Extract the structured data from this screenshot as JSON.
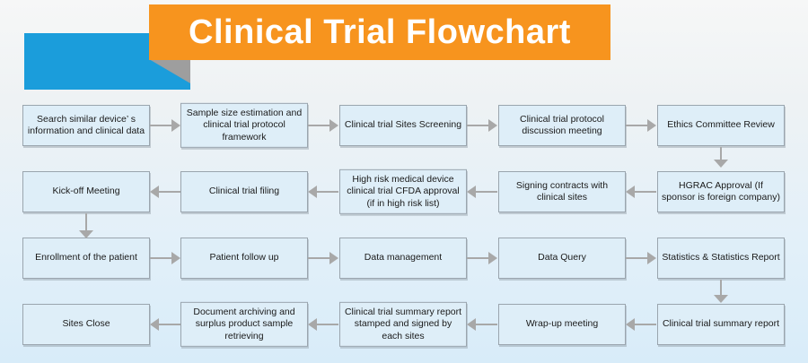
{
  "page": {
    "title": "Clinical Trial Flowchart"
  },
  "colors": {
    "banner_orange": "#F7941E",
    "ribbon_blue": "#1B9DDB",
    "fold_gray": "#9E9E9E",
    "box_fill": "#DEEEF8",
    "box_border": "#9AA5AE",
    "arrow_gray": "#A8A8A8",
    "text": "#1A1A1A"
  },
  "flow": {
    "rows": [
      {
        "direction": "left-to-right",
        "boxes": [
          {
            "label": "Search similar device’ s information and clinical data"
          },
          {
            "label": "Sample size estimation and clinical trial protocol framework"
          },
          {
            "label": "Clinical trial Sites Screening"
          },
          {
            "label": "Clinical trial protocol discussion meeting"
          },
          {
            "label": "Ethics Committee Review"
          }
        ]
      },
      {
        "direction": "right-to-left",
        "boxes": [
          {
            "label": "Kick-off Meeting"
          },
          {
            "label": "Clinical trial filing"
          },
          {
            "label": "High risk medical device clinical trial CFDA approval (if in high risk list)"
          },
          {
            "label": "Signing contracts with clinical sites"
          },
          {
            "label": "HGRAC Approval (If sponsor is foreign company)"
          }
        ]
      },
      {
        "direction": "left-to-right",
        "boxes": [
          {
            "label": "Enrollment of the patient"
          },
          {
            "label": "Patient follow up"
          },
          {
            "label": "Data management"
          },
          {
            "label": "Data Query"
          },
          {
            "label": "Statistics & Statistics Report"
          }
        ]
      },
      {
        "direction": "right-to-left",
        "boxes": [
          {
            "label": "Sites Close"
          },
          {
            "label": "Document archiving and surplus product sample retrieving"
          },
          {
            "label": "Clinical trial summary report stamped and signed by each sites"
          },
          {
            "label": "Wrap-up meeting"
          },
          {
            "label": "Clinical trial summary report"
          }
        ]
      }
    ],
    "down_arrows": [
      {
        "from": "Ethics Committee Review",
        "to": "HGRAC Approval (If sponsor is foreign company)"
      },
      {
        "from": "Kick-off Meeting",
        "to": "Enrollment of the patient"
      },
      {
        "from": "Statistics & Statistics Report",
        "to": "Clinical trial summary report"
      }
    ]
  }
}
